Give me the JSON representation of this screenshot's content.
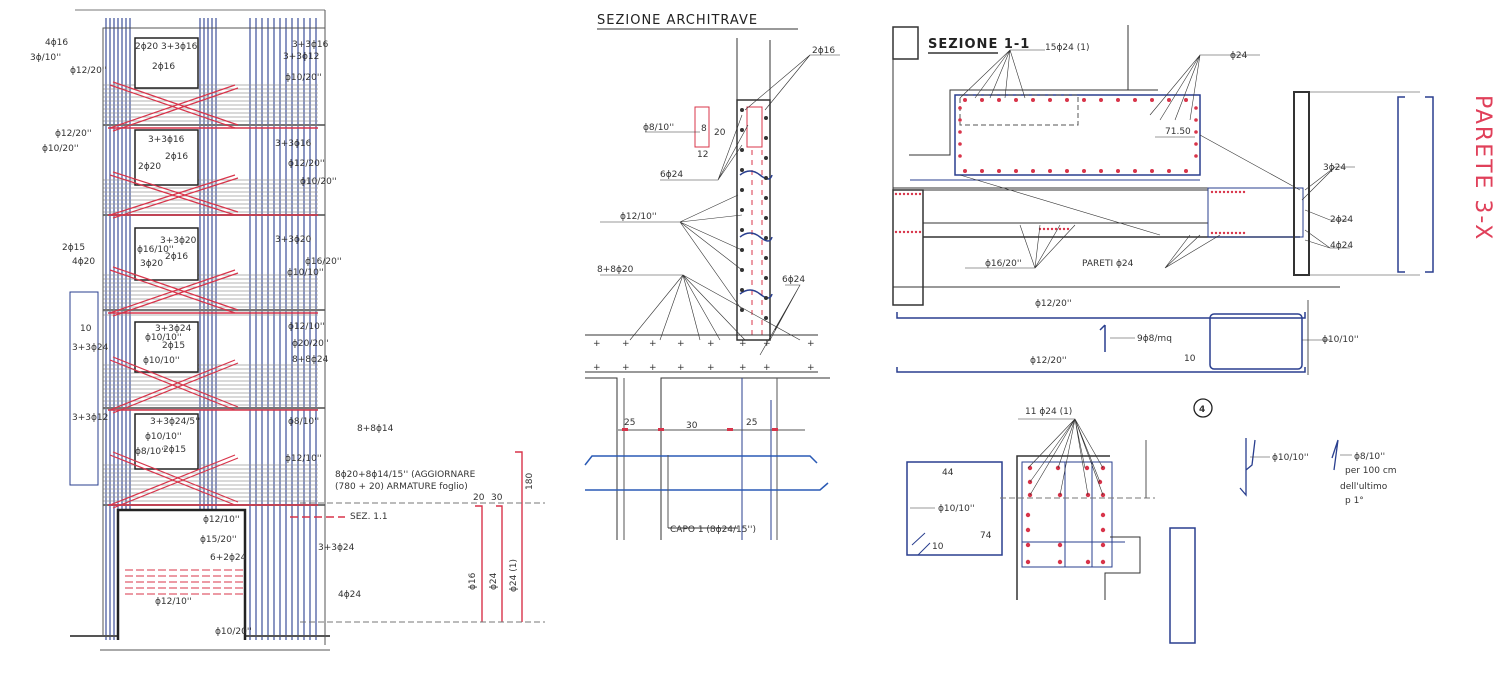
{
  "colors": {
    "ink": "#333333",
    "rebar_blue": "#2a3f8f",
    "rebar_red": "#d8344a",
    "hatch_gray": "#9a9a9a"
  },
  "elevation": {
    "labels": [
      {
        "id": "l1",
        "text": "4ϕ16"
      },
      {
        "id": "l2",
        "text": "3ϕ/10''"
      },
      {
        "id": "l3",
        "text": "ϕ12/20''"
      },
      {
        "id": "l4",
        "text": "2ϕ20 3+3ϕ16"
      },
      {
        "id": "l5",
        "text": "2ϕ16"
      },
      {
        "id": "l6",
        "text": "3+3ϕ16"
      },
      {
        "id": "l7",
        "text": "3+3ϕ12"
      },
      {
        "id": "l8",
        "text": "ϕ10/20''"
      },
      {
        "id": "l9",
        "text": "ϕ12/20''"
      },
      {
        "id": "l10",
        "text": "ϕ10/20''"
      },
      {
        "id": "l11",
        "text": "3+3ϕ16"
      },
      {
        "id": "l12",
        "text": "2ϕ16"
      },
      {
        "id": "l13",
        "text": "2ϕ20"
      },
      {
        "id": "l14",
        "text": "3+3ϕ16"
      },
      {
        "id": "l15",
        "text": "ϕ12/20''"
      },
      {
        "id": "l16",
        "text": "ϕ10/20''"
      },
      {
        "id": "l17",
        "text": "2ϕ15"
      },
      {
        "id": "l18",
        "text": "4ϕ20"
      },
      {
        "id": "l19",
        "text": "3+3ϕ20"
      },
      {
        "id": "l20",
        "text": "ϕ16/10''"
      },
      {
        "id": "l21",
        "text": "2ϕ16"
      },
      {
        "id": "l22",
        "text": "3ϕ20"
      },
      {
        "id": "l23",
        "text": "3+3ϕ20"
      },
      {
        "id": "l24",
        "text": "ϕ16/20''"
      },
      {
        "id": "l25",
        "text": "ϕ10/10''"
      },
      {
        "id": "l26",
        "text": "10"
      },
      {
        "id": "l27",
        "text": "3+3ϕ24"
      },
      {
        "id": "l28",
        "text": "3+3ϕ24"
      },
      {
        "id": "l29",
        "text": "ϕ10/10''"
      },
      {
        "id": "l30",
        "text": "2ϕ15"
      },
      {
        "id": "l31",
        "text": "ϕ10/10''"
      },
      {
        "id": "l32",
        "text": "ϕ12/10''"
      },
      {
        "id": "l33",
        "text": "ϕ20/20''"
      },
      {
        "id": "l34",
        "text": "8+8ϕ24"
      },
      {
        "id": "l35",
        "text": "3+3ϕ12"
      },
      {
        "id": "l36",
        "text": "3+3ϕ24/5''"
      },
      {
        "id": "l37",
        "text": "ϕ10/10''"
      },
      {
        "id": "l38",
        "text": "ϕ8/10''"
      },
      {
        "id": "l39",
        "text": "2ϕ15"
      },
      {
        "id": "l40",
        "text": "ϕ8/10''"
      },
      {
        "id": "l41",
        "text": "ϕ12/10''"
      },
      {
        "id": "l42",
        "text": "8+8ϕ14"
      },
      {
        "id": "l43",
        "text": "ϕ12/10''"
      },
      {
        "id": "l44",
        "text": "ϕ15/20''"
      },
      {
        "id": "l45",
        "text": "6+2ϕ24"
      },
      {
        "id": "l46",
        "text": "3+3ϕ24"
      },
      {
        "id": "l47",
        "text": "ϕ12/10''"
      },
      {
        "id": "l48",
        "text": "4ϕ24"
      },
      {
        "id": "l49",
        "text": "ϕ10/20''"
      },
      {
        "id": "l50",
        "text": "SEZ. 1.1"
      }
    ],
    "note_line1": "8ϕ20+8ϕ14/15'' (AGGIORNARE",
    "note_line2": "(780 + 20)   ARMATURE foglio)",
    "red_bars": {
      "dim_20": "20",
      "dim_30": "30",
      "dim_180": "180",
      "bar1": "ϕ16",
      "bar2": "ϕ24",
      "bar3": "ϕ24 (1)"
    }
  },
  "architrave": {
    "title": "SEZIONE ARCHITRAVE",
    "labels": [
      {
        "id": "a1",
        "text": "2ϕ16"
      },
      {
        "id": "a2",
        "text": "ϕ8/10''"
      },
      {
        "id": "a3",
        "text": "8"
      },
      {
        "id": "a4",
        "text": "20"
      },
      {
        "id": "a5",
        "text": "12"
      },
      {
        "id": "a6",
        "text": "6ϕ24"
      },
      {
        "id": "a7",
        "text": "ϕ12/10''"
      },
      {
        "id": "a8",
        "text": "8+8ϕ20"
      },
      {
        "id": "a9",
        "text": "6ϕ24"
      },
      {
        "id": "a10",
        "text": "25"
      },
      {
        "id": "a11",
        "text": "30"
      },
      {
        "id": "a12",
        "text": "25"
      },
      {
        "id": "a13",
        "text": "CAPO 1 (8ϕ24/15'')"
      }
    ]
  },
  "section11": {
    "title": "SEZIONE 1-1",
    "wall_label": "PARETE 3-X",
    "labels": [
      {
        "id": "s1",
        "text": "15ϕ24 (1)"
      },
      {
        "id": "s2",
        "text": "ϕ24"
      },
      {
        "id": "s3",
        "text": "71.50"
      },
      {
        "id": "s4",
        "text": "3ϕ24"
      },
      {
        "id": "s5",
        "text": "2ϕ24"
      },
      {
        "id": "s6",
        "text": "4ϕ24"
      },
      {
        "id": "s7",
        "text": "ϕ16/20''"
      },
      {
        "id": "s8",
        "text": "PARETI ϕ24"
      },
      {
        "id": "s9",
        "text": "ϕ12/20''"
      },
      {
        "id": "s10",
        "text": "9ϕ8/mq"
      },
      {
        "id": "s11",
        "text": "ϕ10/10''"
      },
      {
        "id": "s12",
        "text": "10"
      },
      {
        "id": "s13",
        "text": "ϕ12/20''"
      }
    ]
  },
  "detail4": {
    "number": "4",
    "labels": [
      {
        "id": "d1",
        "text": "11 ϕ24 (1)"
      },
      {
        "id": "d2",
        "text": "44"
      },
      {
        "id": "d3",
        "text": "ϕ10/10''"
      },
      {
        "id": "d4",
        "text": "74"
      },
      {
        "id": "d5",
        "text": "10"
      },
      {
        "id": "d6",
        "text": "ϕ10/10''"
      },
      {
        "id": "d7",
        "text": "ϕ8/10''"
      },
      {
        "id": "d8",
        "text": "per 100 cm"
      },
      {
        "id": "d9",
        "text": "dell'ultimo"
      },
      {
        "id": "d10",
        "text": "p 1°"
      }
    ]
  }
}
